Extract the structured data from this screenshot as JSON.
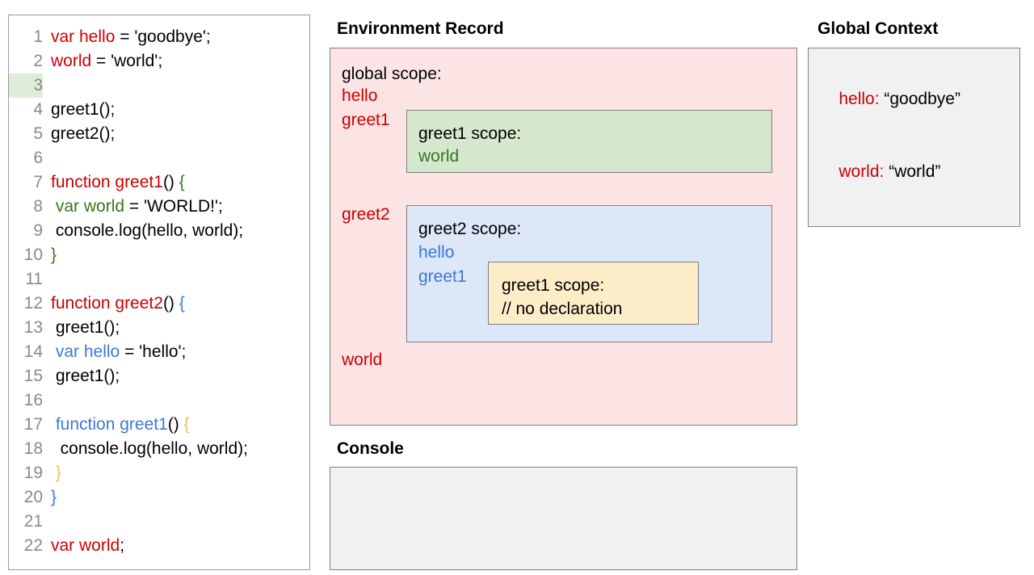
{
  "code_panel": {
    "lines": [
      {
        "num": "1",
        "segments": [
          {
            "t": "var hello",
            "c": "red"
          },
          {
            "t": " = 'goodbye';",
            "c": "black"
          }
        ],
        "highlight": false
      },
      {
        "num": "2",
        "segments": [
          {
            "t": "world",
            "c": "red"
          },
          {
            "t": " = 'world';",
            "c": "black"
          }
        ],
        "highlight": false
      },
      {
        "num": "3",
        "segments": [
          {
            "t": "",
            "c": "black"
          }
        ],
        "highlight": true
      },
      {
        "num": "4",
        "segments": [
          {
            "t": "greet1();",
            "c": "black"
          }
        ],
        "highlight": false
      },
      {
        "num": "5",
        "segments": [
          {
            "t": "greet2();",
            "c": "black"
          }
        ],
        "highlight": false
      },
      {
        "num": "6",
        "segments": [
          {
            "t": "",
            "c": "black"
          }
        ],
        "highlight": false
      },
      {
        "num": "7",
        "segments": [
          {
            "t": "function greet1",
            "c": "red"
          },
          {
            "t": "() ",
            "c": "black"
          },
          {
            "t": "{",
            "c": "green"
          }
        ],
        "highlight": false
      },
      {
        "num": "8",
        "segments": [
          {
            "t": " ",
            "c": "black"
          },
          {
            "t": "var world",
            "c": "green"
          },
          {
            "t": " = 'WORLD!';",
            "c": "black"
          }
        ],
        "highlight": false
      },
      {
        "num": "9",
        "segments": [
          {
            "t": " console.log(hello, world);",
            "c": "black"
          }
        ],
        "highlight": false
      },
      {
        "num": "10",
        "segments": [
          {
            "t": "}",
            "c": "green"
          }
        ],
        "highlight": false
      },
      {
        "num": "11",
        "segments": [
          {
            "t": "",
            "c": "black"
          }
        ],
        "highlight": false
      },
      {
        "num": "12",
        "segments": [
          {
            "t": "function greet2",
            "c": "red"
          },
          {
            "t": "() ",
            "c": "black"
          },
          {
            "t": "{",
            "c": "blue"
          }
        ],
        "highlight": false
      },
      {
        "num": "13",
        "segments": [
          {
            "t": " greet1();",
            "c": "black"
          }
        ],
        "highlight": false
      },
      {
        "num": "14",
        "segments": [
          {
            "t": " ",
            "c": "black"
          },
          {
            "t": "var hello",
            "c": "blue"
          },
          {
            "t": " = 'hello';",
            "c": "black"
          }
        ],
        "highlight": false
      },
      {
        "num": "15",
        "segments": [
          {
            "t": " greet1();",
            "c": "black"
          }
        ],
        "highlight": false
      },
      {
        "num": "16",
        "segments": [
          {
            "t": "",
            "c": "black"
          }
        ],
        "highlight": false
      },
      {
        "num": "17",
        "segments": [
          {
            "t": " ",
            "c": "black"
          },
          {
            "t": "function greet1",
            "c": "blue"
          },
          {
            "t": "() ",
            "c": "black"
          },
          {
            "t": "{",
            "c": "gold"
          }
        ],
        "highlight": false
      },
      {
        "num": "18",
        "segments": [
          {
            "t": "  console.log(hello, world);",
            "c": "black"
          }
        ],
        "highlight": false
      },
      {
        "num": "19",
        "segments": [
          {
            "t": " ",
            "c": "black"
          },
          {
            "t": "}",
            "c": "gold"
          }
        ],
        "highlight": false
      },
      {
        "num": "20",
        "segments": [
          {
            "t": "}",
            "c": "blue"
          }
        ],
        "highlight": false
      },
      {
        "num": "21",
        "segments": [
          {
            "t": "",
            "c": "black"
          }
        ],
        "highlight": false
      },
      {
        "num": "22",
        "segments": [
          {
            "t": "var world",
            "c": "red"
          },
          {
            "t": ";",
            "c": "black"
          }
        ],
        "highlight": false
      }
    ]
  },
  "environment_record": {
    "title": "Environment Record",
    "global_scope": {
      "heading": "global scope:",
      "bindings": [
        "hello",
        "greet1",
        "greet2",
        "world"
      ]
    },
    "greet1_scope": {
      "heading": "greet1 scope:",
      "bindings": [
        "world"
      ]
    },
    "greet2_scope": {
      "heading": "greet2 scope:",
      "bindings": [
        "hello",
        "greet1"
      ]
    },
    "greet1_inner_scope": {
      "heading": "greet1 scope:",
      "note": "// no declaration"
    }
  },
  "console": {
    "title": "Console",
    "output": ""
  },
  "global_context": {
    "title": "Global Context",
    "entries": [
      {
        "key": "hello:",
        "value": " “goodbye”"
      },
      {
        "key": "world:",
        "value": " “world”"
      }
    ]
  },
  "colors": {
    "red": "#cc0000",
    "green": "#38761d",
    "blue": "#3c78d8",
    "gold": "#e8c25a",
    "env_bg": "#fce4e4",
    "greet1_bg": "#d5e8ce",
    "greet2_bg": "#dce7f7",
    "inner_bg": "#fdecc8",
    "panel_bg": "#f1f1f1",
    "border": "#808080",
    "line_number": "#8a8a8a",
    "line_highlight": "#dfedd8"
  }
}
